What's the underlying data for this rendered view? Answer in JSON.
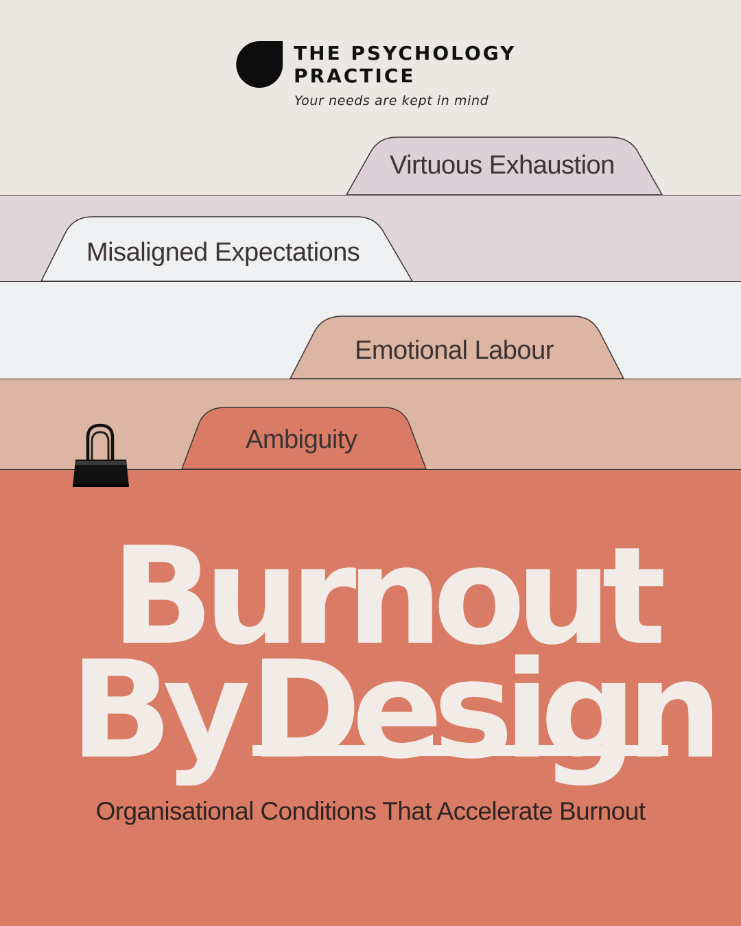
{
  "brand": {
    "name_line1": "THE PSYCHOLOGY",
    "name_line2": "PRACTICE",
    "tagline": "Your needs are kept in mind",
    "logo_icon": "leaf-drop-icon"
  },
  "tabs": [
    {
      "label": "Virtuous Exhaustion",
      "color": "#dcd1d6"
    },
    {
      "label": "Misaligned Expectations",
      "color": "#eff0f1"
    },
    {
      "label": "Emotional Labour",
      "color": "#dcb5a3"
    },
    {
      "label": "Ambiguity",
      "color": "#da7c65"
    }
  ],
  "decoration": {
    "clip_icon": "binder-clip-icon"
  },
  "title": {
    "line1": "Burnout",
    "line2_part1": "By",
    "line2_part2": "Design"
  },
  "subtitle": "Organisational Conditions That Accelerate Burnout",
  "colors": {
    "background": "#ebe8e3",
    "coral": "#da7c65",
    "title_text": "#f1ece7"
  }
}
